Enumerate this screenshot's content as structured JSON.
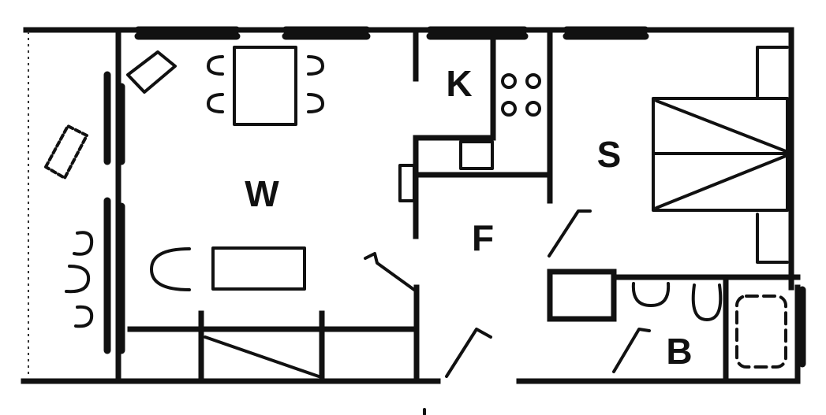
{
  "rooms": {
    "w": "W",
    "k": "K",
    "s": "S",
    "f": "F",
    "b": "B"
  }
}
